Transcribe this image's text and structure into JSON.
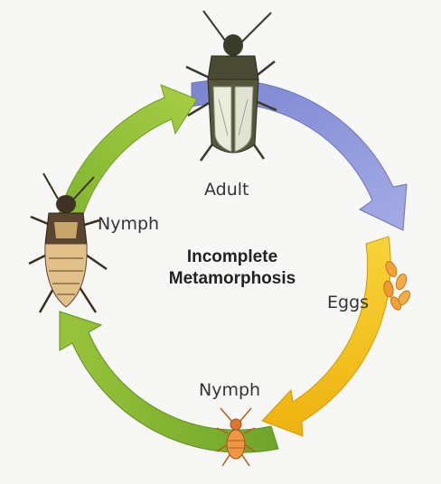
{
  "diagram": {
    "center_title_line1": "Incomplete",
    "center_title_line2": "Metamorphosis",
    "stages": {
      "adult": "Adult",
      "eggs": "Eggs",
      "nymph_bottom": "Nymph",
      "nymph_left": "Nymph"
    },
    "colors": {
      "adult_to_eggs_arrow": "#8a93d6",
      "eggs_to_nymph_arrow": "#f0c417",
      "nymph_to_nymph_arrow": "#7fb02f",
      "nymph_to_adult_arrow": "#8ebd2e",
      "egg_color": "#f0a13a"
    },
    "icons": [
      "adult-bug-icon",
      "eggs-icon",
      "small-nymph-icon",
      "large-nymph-icon"
    ]
  }
}
